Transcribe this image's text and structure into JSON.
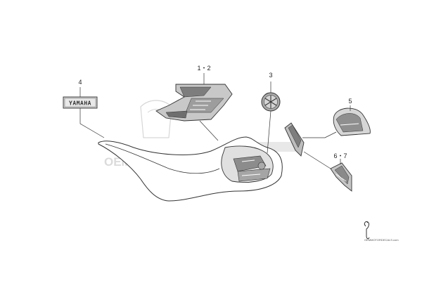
{
  "parts": [
    {
      "id": "1-2",
      "label": "1・2"
    },
    {
      "id": "3",
      "label": "3"
    },
    {
      "id": "4",
      "label": "4"
    },
    {
      "id": "5",
      "label": "5"
    },
    {
      "id": "6-7",
      "label": "6・7"
    }
  ],
  "emblem": {
    "text": "YAMAHA"
  },
  "watermark": {
    "main": "OEMMOTORDECALS.com",
    "footer": "OEMMOTORDECALS.com"
  },
  "colors": {
    "line": "#333333",
    "fill_gray": "#9a9a9a",
    "fill_light": "#dcdcdc",
    "accent": "#b5b5b5"
  }
}
